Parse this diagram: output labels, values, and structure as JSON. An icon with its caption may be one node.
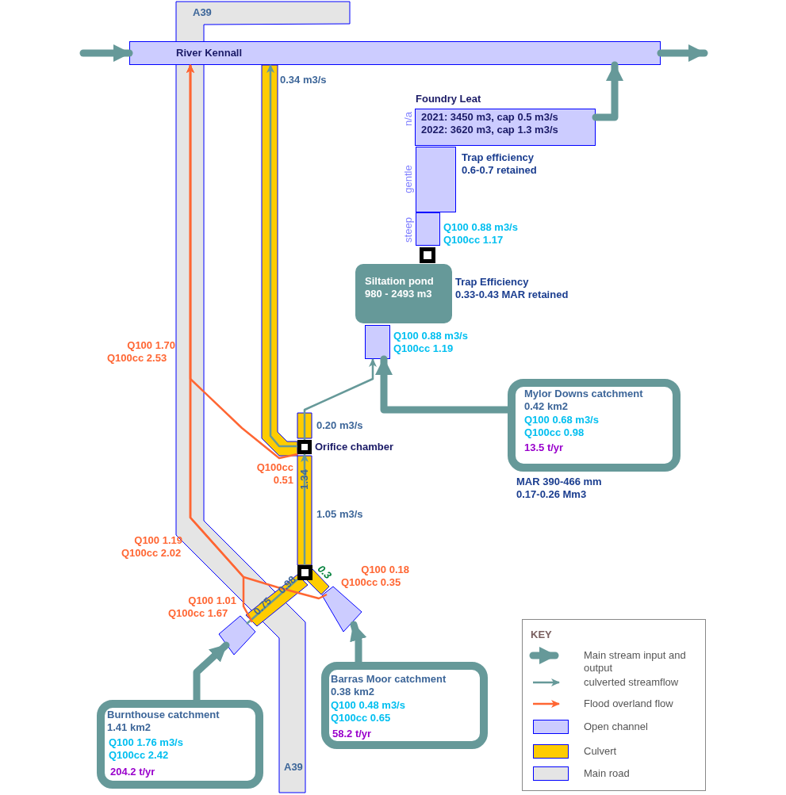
{
  "diagram": {
    "nodes": [
      {
        "text": [
          "River Kennall"
        ]
      },
      {
        "text": [
          "Foundry Leat",
          "2021: 3450 m3, cap 0.5 m3/s",
          "2022: 3620 m3, cap 1.3 m3/s"
        ],
        "beside": [
          "n/a"
        ]
      },
      {
        "text": [],
        "shape": "box",
        "beside": [
          "gentle",
          "Trap efficiency",
          "0.6-0.7 retained"
        ]
      },
      {
        "text": [],
        "shape": "box",
        "beside": [
          "steep",
          "Q100 0.88 m3/s",
          "Q100cc 1.17"
        ]
      },
      {
        "text": [],
        "shape": "box"
      },
      {
        "text": [
          "Siltation pond",
          "980 - 2493 m3"
        ],
        "beside": [
          "Trap Efficiency",
          "0.33-0.43 MAR retained"
        ]
      },
      {
        "text": [],
        "shape": "box",
        "beside": [
          "Q100 0.88 m3/s",
          "Q100cc 1.19"
        ]
      },
      {
        "text": [
          "Mylor Downs catchment",
          "0.42 km2",
          "Q100 0.68 m3/s",
          "Q100cc 0.98",
          "13.5 t/yr"
        ],
        "beside": [
          "MAR 390-466 mm",
          "0.17-0.26 Mm3"
        ]
      },
      {
        "text": [],
        "shape": "box",
        "beside": [
          "Orifice chamber"
        ]
      },
      {
        "text": [],
        "shape": "box"
      },
      {
        "text": [],
        "shape": "box"
      },
      {
        "text": [],
        "shape": "box"
      },
      {
        "text": [
          "Burnthouse catchment",
          "1.41 km2",
          "Q100 1.76 m3/s",
          "Q100cc 2.42",
          "204.2 t/yr"
        ]
      },
      {
        "text": [
          "Barras Moor catchment",
          "0.38 km2",
          "Q100 0.48 m3/s",
          "Q100cc 0.65",
          "58.2 t/yr"
        ]
      }
    ],
    "edges": [
      {
        "from": null,
        "to": 0,
        "arrow": "to",
        "style": "thick"
      },
      {
        "from": 0,
        "to": null,
        "arrow": "to",
        "style": "thick"
      },
      {
        "from": 1,
        "to": 0,
        "arrow": "to",
        "style": "thick"
      },
      {
        "from": 8,
        "to": 0,
        "arrow": "to"
      },
      {
        "from": 8,
        "to": 6,
        "arrow": "to"
      },
      {
        "from": 7,
        "to": 6,
        "arrow": "to",
        "style": "thick"
      },
      {
        "from": 9,
        "to": 8,
        "arrow": "to"
      },
      {
        "from": 10,
        "to": 9,
        "arrow": "none"
      },
      {
        "from": 8,
        "to": 0,
        "arrow": "to",
        "color": "#ff6633"
      },
      {
        "from": 10,
        "to": 0,
        "arrow": "to",
        "color": "#ff6633"
      },
      {
        "from": 11,
        "to": 0,
        "arrow": "to",
        "color": "#ff6633"
      },
      {
        "from": 12,
        "to": 10,
        "arrow": "to",
        "style": "thick"
      },
      {
        "from": 13,
        "to": 11,
        "arrow": "to",
        "style": "thick"
      }
    ],
    "labels": [
      "A39",
      "0.34 m3/s",
      "Q100 1.70",
      "Q100cc 2.53",
      "0.20 m3/s",
      "Q100cc 0.51",
      "1.34",
      "1.05 m3/s",
      "Q100 1.19",
      "Q100cc 2.02",
      "0.3",
      "Q100 0.18",
      "Q100cc 0.35",
      "0.98",
      "0.75",
      "Q100 1.01",
      "Q100cc 1.67",
      "A39",
      "KEY"
    ],
    "legend": [
      {
        "text": "Main stream input and output"
      },
      {
        "text": "culverted streamflow"
      },
      {
        "text": "Flood overland flow"
      },
      {
        "text": "Open channel",
        "color": "#ccccff"
      },
      {
        "text": "Culvert",
        "color": "#ffcc00"
      },
      {
        "text": "Main road",
        "color": "#e5e5e5"
      }
    ]
  }
}
